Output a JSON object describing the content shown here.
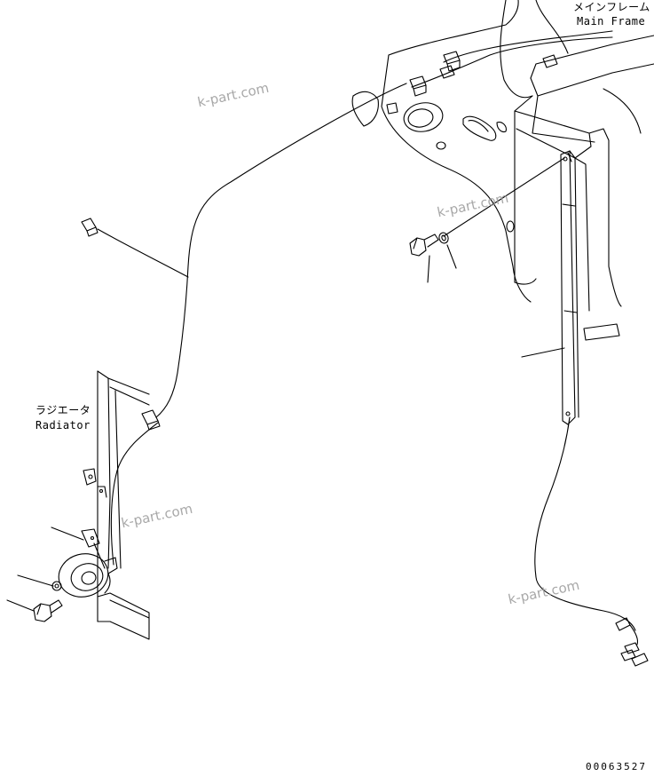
{
  "labels": {
    "main_frame_jp": "メインフレーム",
    "main_frame_en": "Main Frame",
    "radiator_jp": "ラジエータ",
    "radiator_en": "Radiator"
  },
  "watermarks": [
    "k-part.com",
    "k-part.com",
    "k-part.com",
    "k-part.com"
  ],
  "part_number": "00063527"
}
